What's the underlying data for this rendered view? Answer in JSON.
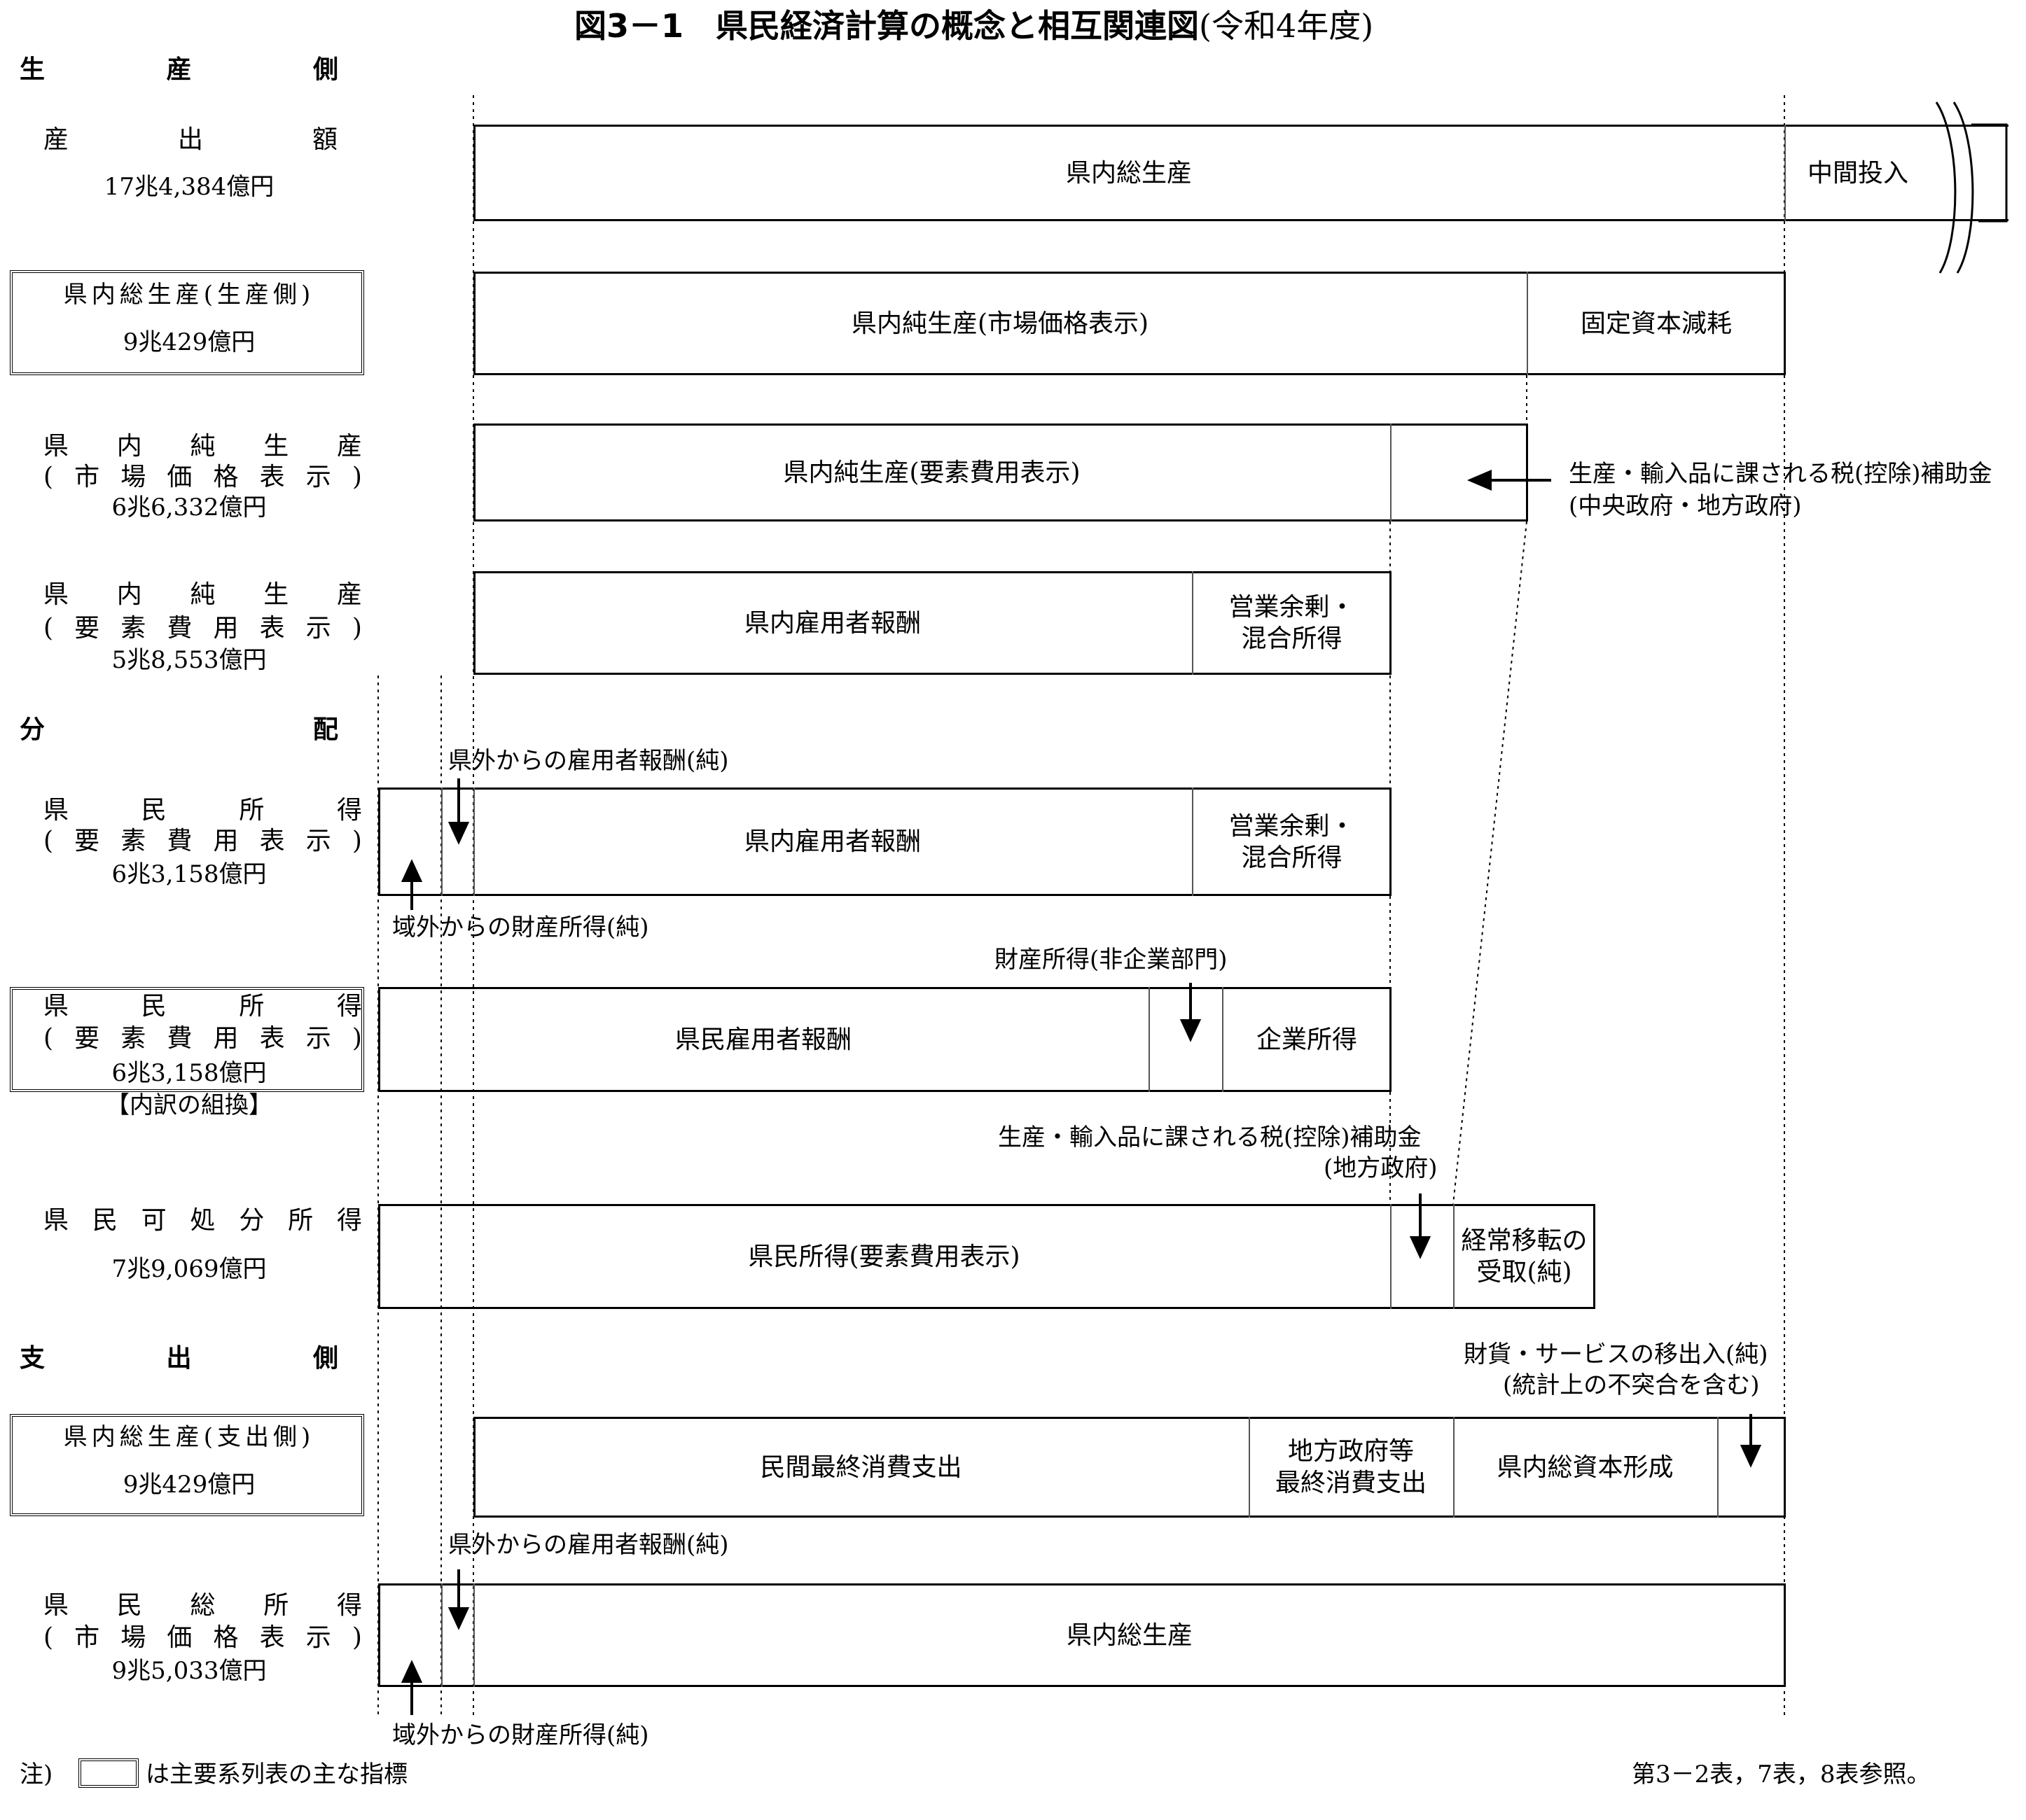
{
  "title": {
    "main": "図3－1　県民経済計算の概念と相互関連図",
    "paren": "(令和4年度)"
  },
  "sections": {
    "production": [
      "生",
      "産",
      "側"
    ],
    "distribution": [
      "分",
      "配"
    ],
    "expenditure": [
      "支",
      "出",
      "側"
    ]
  },
  "left": {
    "output": {
      "label": [
        "産",
        "出",
        "額"
      ],
      "amount": "17兆4,384億円"
    },
    "gdp_prod": {
      "label": "県内総生産(生産側)",
      "amount": "9兆429億円"
    },
    "ndp_market": {
      "label1": [
        "県",
        "内",
        "純",
        "生",
        "産"
      ],
      "label2": [
        "(",
        "市",
        "場",
        "価",
        "格",
        "表",
        "示",
        ")"
      ],
      "amount": "6兆6,332億円"
    },
    "ndp_factor": {
      "label1": [
        "県",
        "内",
        "純",
        "生",
        "産"
      ],
      "label2": [
        "(",
        "要",
        "素",
        "費",
        "用",
        "表",
        "示",
        ")"
      ],
      "amount": "5兆8,553億円"
    },
    "ni1": {
      "label1": [
        "県",
        "民",
        "所",
        "得"
      ],
      "label2": [
        "(",
        "要",
        "素",
        "費",
        "用",
        "表",
        "示",
        ")"
      ],
      "amount": "6兆3,158億円"
    },
    "ni2": {
      "label1": [
        "県",
        "民",
        "所",
        "得"
      ],
      "label2": [
        "(",
        "要",
        "素",
        "費",
        "用",
        "表",
        "示",
        ")"
      ],
      "amount": "6兆3,158億円",
      "sub": "【内訳の組換】"
    },
    "disp": {
      "label": [
        "県",
        "民",
        "可",
        "処",
        "分",
        "所",
        "得"
      ],
      "amount": "7兆9,069億円"
    },
    "gdp_exp": {
      "label": "県内総生産(支出側)",
      "amount": "9兆429億円"
    },
    "gni": {
      "label1": [
        "県",
        "民",
        "総",
        "所",
        "得"
      ],
      "label2": [
        "(",
        "市",
        "場",
        "価",
        "格",
        "表",
        "示",
        ")"
      ],
      "amount": "9兆5,033億円"
    }
  },
  "boxes": {
    "r1": {
      "a": "県内総生産",
      "b": "中間投入"
    },
    "r2": {
      "a": "県内純生産(市場価格表示)",
      "b": "固定資本減耗"
    },
    "r3": {
      "a": "県内純生産(要素費用表示)"
    },
    "r4": {
      "a": "県内雇用者報酬",
      "b1": "営業余剰・",
      "b2": "混合所得"
    },
    "r5": {
      "a": "県内雇用者報酬",
      "b1": "営業余剰・",
      "b2": "混合所得"
    },
    "r6": {
      "a": "県民雇用者報酬",
      "b": "企業所得"
    },
    "r7": {
      "a": "県民所得(要素費用表示)",
      "b1": "経常移転の",
      "b2": "受取(純)"
    },
    "r8": {
      "a": "民間最終消費支出",
      "b1": "地方政府等",
      "b2": "最終消費支出",
      "c": "県内総資本形成"
    },
    "r9": {
      "a": "県内総生産"
    }
  },
  "annotations": {
    "tax_central1": "生産・輸入品に課される税(控除)補助金",
    "tax_central2": "(中央政府・地方政府)",
    "comp_abroad1": "県外からの雇用者報酬(純)",
    "prop_abroad1": "域外からの財産所得(純)",
    "prop_nonent": "財産所得(非企業部門)",
    "tax_local1": "生産・輸入品に課される税(控除)補助金",
    "tax_local2": "(地方政府)",
    "exports1": "財貨・サービスの移出入(純)",
    "exports2": "(統計上の不突合を含む)",
    "comp_abroad2": "県外からの雇用者報酬(純)",
    "prop_abroad2": "域外からの財産所得(純)"
  },
  "footer": {
    "note_prefix": "注)",
    "note_text": "は主要系列表の主な指標",
    "ref": "第3－2表，7表，8表参照。"
  }
}
